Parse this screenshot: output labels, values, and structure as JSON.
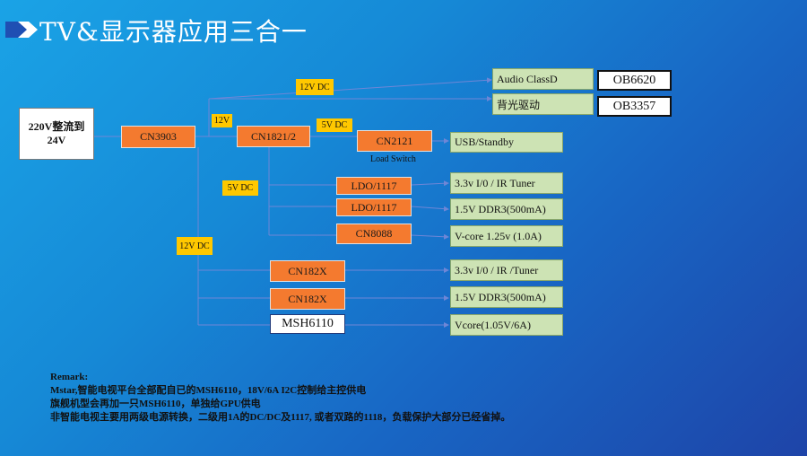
{
  "title": "TV&显示器应用三合一",
  "input": "220V整流到24V",
  "converters": {
    "cn3903": "CN3903",
    "cn1821": "CN1821/2",
    "cn2121": "CN2121",
    "load_switch": "Load Switch",
    "ldo1": "LDO/1117",
    "ldo2": "LDO/1117",
    "cn8088": "CN8088",
    "cn182x_1": "CN182X",
    "cn182x_2": "CN182X",
    "msh6110": "MSH6110"
  },
  "tags": {
    "v12_top": "12V DC",
    "v12": "12V",
    "v5_cn2121": "5V DC",
    "v5_ldo": "5V DC",
    "v12_lower": "12V DC"
  },
  "outputs": {
    "audio": "Audio ClassD",
    "backlight": "背光驱动",
    "usb": "USB/Standby",
    "io_tuner_1": "3.3v I/0 / IR Tuner",
    "ddr3_1": "1.5V DDR3(500mA)",
    "vcore_1": "V-core 1.25v (1.0A)",
    "io_tuner_2": "3.3v I/0 / IR /Tuner",
    "ddr3_2": "1.5V DDR3(500mA)",
    "vcore_2": "Vcore(1.05V/6A)"
  },
  "chips": {
    "ob6620": "OB6620",
    "ob3357": "OB3357"
  },
  "remark": {
    "heading": "Remark:",
    "line1": "Mstar,智能电视平台全部配自已的MSH6110，18V/6A I2C控制给主控供电",
    "line2": "旗舰机型会再加一只MSH6110，单独给GPU供电",
    "line3": "非智能电视主要用两级电源转换，二级用1A的DC/DC及1117, 或者双路的1118，负载保护大部分已经省掉。"
  },
  "colors": {
    "orange": "#f47a2f",
    "green": "#cde3b4",
    "tag_yellow": "#ffc800",
    "line": "#6f86d6"
  }
}
